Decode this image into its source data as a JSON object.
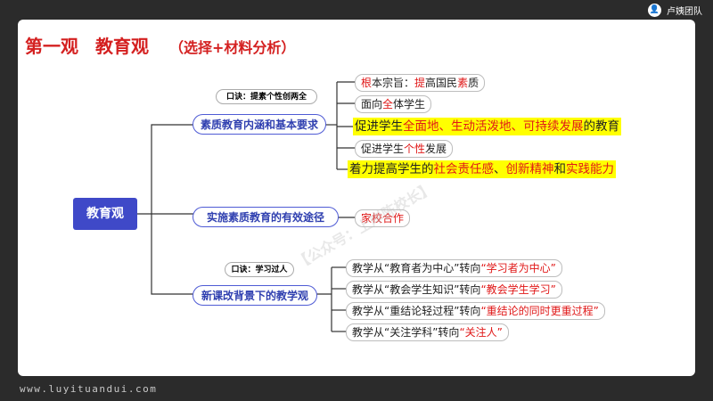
{
  "brand": {
    "logo_glyph": "👤",
    "name": "卢姨团队"
  },
  "title": {
    "part1": "第一观",
    "part2": "教育观",
    "part3": "（选择+材料分析）"
  },
  "root": "教育观",
  "branches": [
    {
      "label": "素质教育内涵和基本要求",
      "mnemonic": "口诀：提素个性创两全",
      "leaves": [
        [
          {
            "t": "根",
            "r": true
          },
          {
            "t": "本宗旨："
          },
          {
            "t": "提",
            "r": true
          },
          {
            "t": "高国民"
          },
          {
            "t": "素",
            "r": true
          },
          {
            "t": "质"
          }
        ],
        [
          {
            "t": "面向"
          },
          {
            "t": "全",
            "r": true
          },
          {
            "t": "体学生"
          }
        ],
        [
          {
            "t": "促进学生"
          },
          {
            "t": "全面地、生动活泼地、可持续发展",
            "r": true
          },
          {
            "t": "的教育"
          }
        ],
        [
          {
            "t": "促进学生"
          },
          {
            "t": "个性",
            "r": true
          },
          {
            "t": "发展"
          }
        ],
        [
          {
            "t": "着力提高学生的"
          },
          {
            "t": "社会责任感",
            "r": true
          },
          {
            "t": "、"
          },
          {
            "t": "创新精神",
            "r": true
          },
          {
            "t": "和"
          },
          {
            "t": "实践能力",
            "r": true
          }
        ]
      ]
    },
    {
      "label": "实施素质教育的有效途径",
      "mnemonic": "",
      "leaves": [
        [
          {
            "t": "家校合作",
            "r": true
          }
        ]
      ]
    },
    {
      "label": "新课改背景下的教学观",
      "mnemonic": "口诀：学习过人",
      "leaves": [
        [
          {
            "t": "教学从“教育者为中心”转向"
          },
          {
            "t": "“学习者为中心”",
            "r": true
          }
        ],
        [
          {
            "t": "教学从“教会学生知识”转向"
          },
          {
            "t": "“教会学生学习”",
            "r": true
          }
        ],
        [
          {
            "t": "教学从“重结论轻过程”转向"
          },
          {
            "t": "“重结论的同时更重过程”",
            "r": true
          }
        ],
        [
          {
            "t": "教学从“关注学科”转向"
          },
          {
            "t": "“关注人”",
            "r": true
          }
        ]
      ]
    }
  ],
  "watermark": "【公众号：上岸陈校长】",
  "footer_url": "www.luyituandui.com"
}
